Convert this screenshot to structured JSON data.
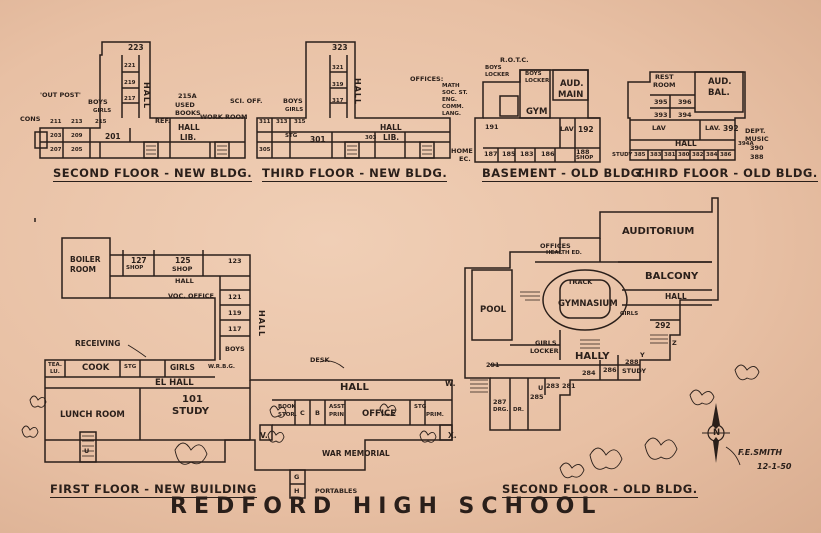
{
  "title": "REDFORD HIGH SCHOOL",
  "signature": {
    "name": "F.E.SMITH",
    "date": "12-1-50"
  },
  "compass": {
    "north_label": "N"
  },
  "floors": {
    "second_new": {
      "caption": "SECOND FLOOR - NEW BLDG.",
      "labels": {
        "outpost": "'OUT POST'",
        "cons": "CONS",
        "boys": "BOYS",
        "girls": "GIRLS",
        "r223": "223",
        "r221": "221",
        "r219": "219",
        "r217": "217",
        "r215a": "215A",
        "used_books": "USED",
        "used_books2": "BOOKS",
        "ref": "REF.",
        "hall": "HALL",
        "hall_v": "HALL",
        "work_room": "WORK ROOM",
        "lib": "LIB.",
        "r211": "211",
        "r213": "213",
        "r215": "215",
        "r201": "201",
        "r203": "203",
        "r205": "205",
        "r207": "207",
        "r209": "209"
      }
    },
    "third_new": {
      "caption": "THIRD FLOOR - NEW BLDG.",
      "labels": {
        "sci_off": "SCI. OFF.",
        "boys": "BOYS",
        "girls": "GIRLS",
        "r323": "323",
        "r321": "321",
        "r319": "319",
        "r317": "317",
        "hall_v": "HALL",
        "hall": "HALL",
        "lib": "LIB.",
        "r311": "311",
        "r313": "313",
        "r315": "315",
        "r301": "301",
        "r303": "303",
        "r305": "305",
        "stg": "STG"
      }
    },
    "basement_old": {
      "caption": "BASEMENT - OLD BLDG.",
      "labels": {
        "offices": "OFFICES:",
        "math": "MATH",
        "soc_st": "SOC. ST.",
        "eng": "ENG.",
        "comm": "COMM.",
        "lang": "LANG.",
        "rotc": "R.O.T.C.",
        "boys_locker": "BOYS",
        "locker": "LOCKER",
        "boys_locker2": "BOYS",
        "locker2": "LOCKER",
        "aud": "AUD.",
        "main": "MAIN",
        "gym": "GYM",
        "lav": "LAV",
        "r192": "192",
        "r191": "191",
        "home": "HOME",
        "ec": "EC.",
        "r187": "187",
        "r185": "185",
        "r183": "183",
        "r186": "186",
        "r188": "188",
        "shop": "SHOP"
      }
    },
    "third_old": {
      "caption": "THIRD FLOOR - OLD BLDG.",
      "labels": {
        "rest": "REST",
        "room": "ROOM",
        "aud": "AUD.",
        "bal": "BAL.",
        "r395": "395",
        "r396": "396",
        "r393": "393",
        "r394": "394",
        "lav1": "LAV",
        "lav2": "LAV.",
        "r392": "392",
        "hall": "HALL",
        "dept": "DEPT.",
        "music": "MUSIC",
        "r390": "390",
        "r388": "388",
        "study": "STUDY",
        "r385": "385",
        "r383": "383",
        "r381": "381",
        "r380": "380",
        "r382": "382",
        "r384": "384",
        "r386": "386",
        "r394a": "394A"
      }
    },
    "first_new": {
      "caption": "FIRST FLOOR - NEW BUILDING",
      "labels": {
        "boiler": "BOILER",
        "room": "ROOM",
        "r127": "127",
        "shop1": "SHOP",
        "r125": "125",
        "shop2": "SHOP",
        "r123": "123",
        "hall1": "HALL",
        "voc_office": "VOC. OFFICE",
        "r121": "121",
        "r119": "119",
        "r117": "117",
        "boys": "BOYS",
        "hall_v": "HALL",
        "receiving": "RECEIVING",
        "tea": "TEA.",
        "lu": "LU.",
        "cook": "COOK",
        "stg": "STG",
        "girls": "GIRLS",
        "wrb": "W.R.B.G.",
        "el_hall": "EL HALL",
        "lunch": "LUNCH ROOM",
        "r101": "101",
        "study": "STUDY",
        "v": "V.",
        "desk": "DESK",
        "hall_main": "HALL",
        "w": "W.",
        "book": "BOOK",
        "stor": "STOR.",
        "c": "C",
        "b": "B",
        "asst": "ASST.",
        "prin": "PRIN",
        "office": "OFFICE",
        "stg2": "STG",
        "prin2": "PRIM.",
        "x": "X.",
        "war_memorial": "WAR MEMORIAL",
        "g": "G",
        "h": "H",
        "portables": "PORTABLES",
        "u": "U"
      }
    },
    "second_old": {
      "caption": "SECOND FLOOR - OLD BLDG.",
      "labels": {
        "auditorium": "AUDITORIUM",
        "offices": "OFFICES",
        "health": "HEALTH ED.",
        "track": "TRACK",
        "gymnasium": "GYMNASIUM",
        "balcony": "BALCONY",
        "hall": "HALL",
        "pool": "POOL",
        "girls": "GIRLS",
        "locker": "LOCKER",
        "girls2": "GIRLS",
        "r292": "292",
        "hall_main": "HALLY",
        "r291": "291",
        "r287": "287",
        "drg": "DRG.",
        "dr": "DR.",
        "r285": "285",
        "r283": "283",
        "r281": "281",
        "r284": "284",
        "r286": "286",
        "r288": "288",
        "study": "STUDY",
        "z": "Z",
        "y": "Y",
        "u": "U"
      }
    }
  }
}
